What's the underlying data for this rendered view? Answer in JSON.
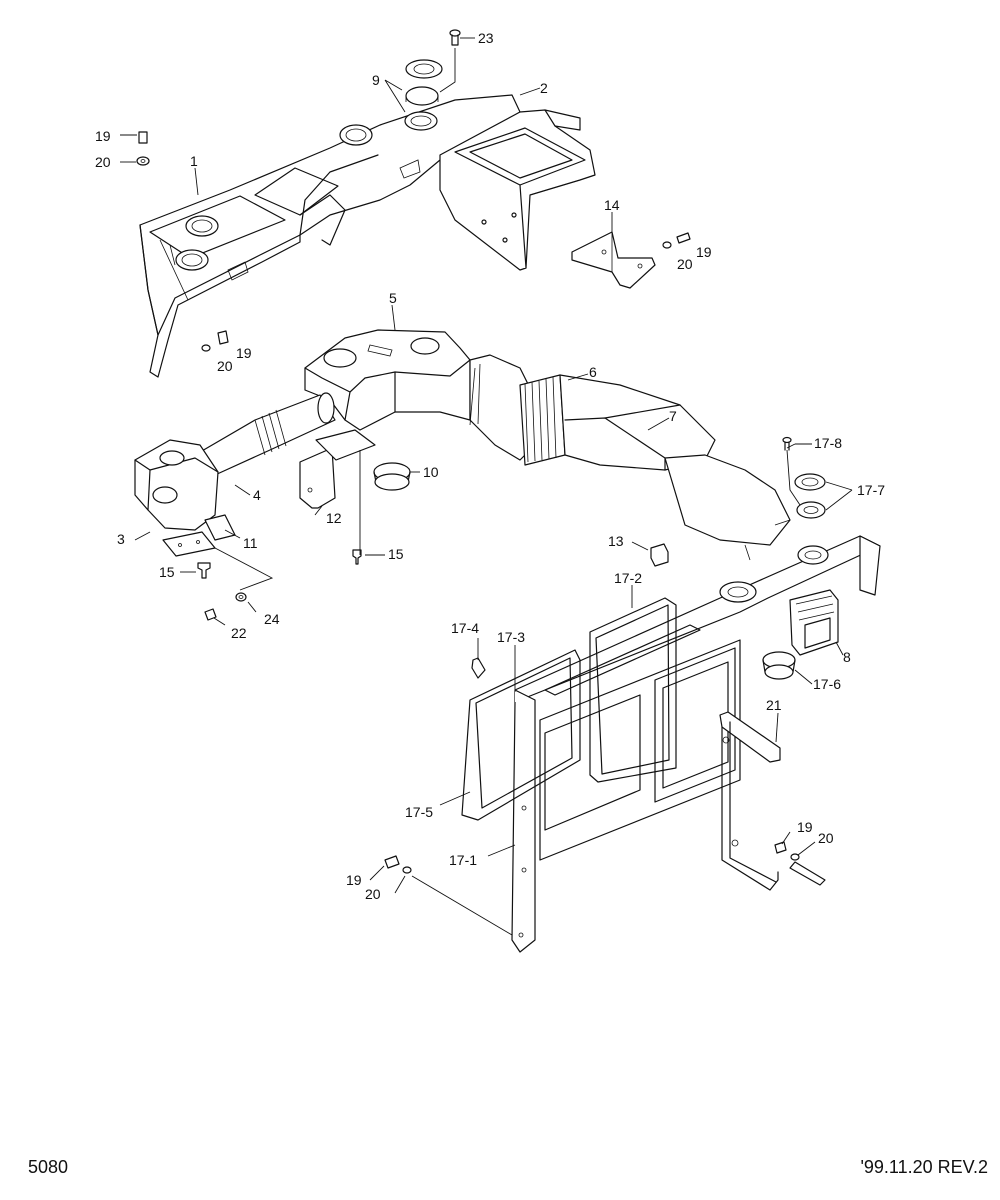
{
  "sheet": {
    "drawing_number": "5080",
    "revision": "'99.11.20 REV.2"
  },
  "callouts": [
    {
      "id": "c23",
      "text": "23"
    },
    {
      "id": "c9",
      "text": "9"
    },
    {
      "id": "c2",
      "text": "2"
    },
    {
      "id": "c19a",
      "text": "19"
    },
    {
      "id": "c20a",
      "text": "20"
    },
    {
      "id": "c1",
      "text": "1"
    },
    {
      "id": "c14",
      "text": "14"
    },
    {
      "id": "c19b",
      "text": "19"
    },
    {
      "id": "c20b",
      "text": "20"
    },
    {
      "id": "c19c",
      "text": "19"
    },
    {
      "id": "c20c",
      "text": "20"
    },
    {
      "id": "c5",
      "text": "5"
    },
    {
      "id": "c6",
      "text": "6"
    },
    {
      "id": "c7",
      "text": "7"
    },
    {
      "id": "c4",
      "text": "4"
    },
    {
      "id": "c10",
      "text": "10"
    },
    {
      "id": "c3",
      "text": "3"
    },
    {
      "id": "c11",
      "text": "11"
    },
    {
      "id": "c12",
      "text": "12"
    },
    {
      "id": "c15a",
      "text": "15"
    },
    {
      "id": "c15b",
      "text": "15"
    },
    {
      "id": "c24",
      "text": "24"
    },
    {
      "id": "c22",
      "text": "22"
    },
    {
      "id": "c17_8",
      "text": "17-8"
    },
    {
      "id": "c17_7",
      "text": "17-7"
    },
    {
      "id": "c13",
      "text": "13"
    },
    {
      "id": "c17_2",
      "text": "17-2"
    },
    {
      "id": "c17_4",
      "text": "17-4"
    },
    {
      "id": "c17_3",
      "text": "17-3"
    },
    {
      "id": "c8",
      "text": "8"
    },
    {
      "id": "c17_6",
      "text": "17-6"
    },
    {
      "id": "c21",
      "text": "21"
    },
    {
      "id": "c17_5",
      "text": "17-5"
    },
    {
      "id": "c17_1",
      "text": "17-1"
    },
    {
      "id": "c19d",
      "text": "19"
    },
    {
      "id": "c20d",
      "text": "20"
    },
    {
      "id": "c19e",
      "text": "19"
    },
    {
      "id": "c20e",
      "text": "20"
    }
  ]
}
